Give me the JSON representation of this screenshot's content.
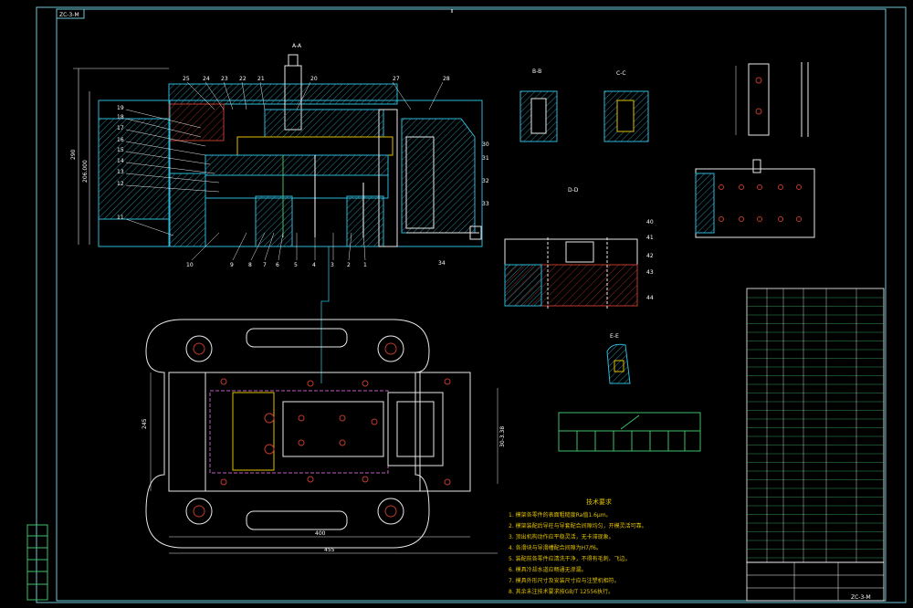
{
  "drawing": {
    "corner_code": "ZC-3-M",
    "title_block_code": "ZC-3-M",
    "view_labels": {
      "main_section": "A-A",
      "detail_b": "B-B",
      "detail_c": "C-C",
      "detail_d": "D-D",
      "detail_e": "E-E"
    },
    "part_numbers_left": [
      "19",
      "18",
      "17",
      "16",
      "15",
      "14",
      "13",
      "12",
      "11"
    ],
    "part_numbers_top": [
      "25",
      "24",
      "23",
      "22",
      "21",
      "20",
      "27",
      "28"
    ],
    "part_numbers_bottom": [
      "10",
      "9",
      "8",
      "7",
      "6",
      "5",
      "4",
      "3",
      "2",
      "1"
    ],
    "right_callouts": [
      "30",
      "31",
      "32",
      "33",
      "34"
    ],
    "detail_callouts": [
      "40",
      "41",
      "42",
      "43",
      "44"
    ],
    "dims": {
      "height_left": "290",
      "height_inner": "206.000",
      "width_bottom_a": "400",
      "width_bottom_b": "455",
      "height_plan": "245",
      "plan_right": "30-3.38"
    }
  },
  "tech_notes": {
    "heading": "技术要求",
    "items": [
      "1. 模架各零件的表面粗糙度Ra值1.6μm。",
      "2. 模架装配后导柱与导套配合间隙均匀，开模灵活可靠。",
      "3. 顶出机构动作应平稳灵活，无卡滞现象。",
      "4. 各滑块与导滑槽配合间隙为H7/f6。",
      "5. 装配前各零件应清洗干净，不得有毛刺、飞边。",
      "6. 模具冷却水道应畅通无渗漏。",
      "7. 模具外形尺寸及安装尺寸应与注塑机相符。",
      "8. 其余未注技术要求按GB/T 12556执行。"
    ]
  }
}
